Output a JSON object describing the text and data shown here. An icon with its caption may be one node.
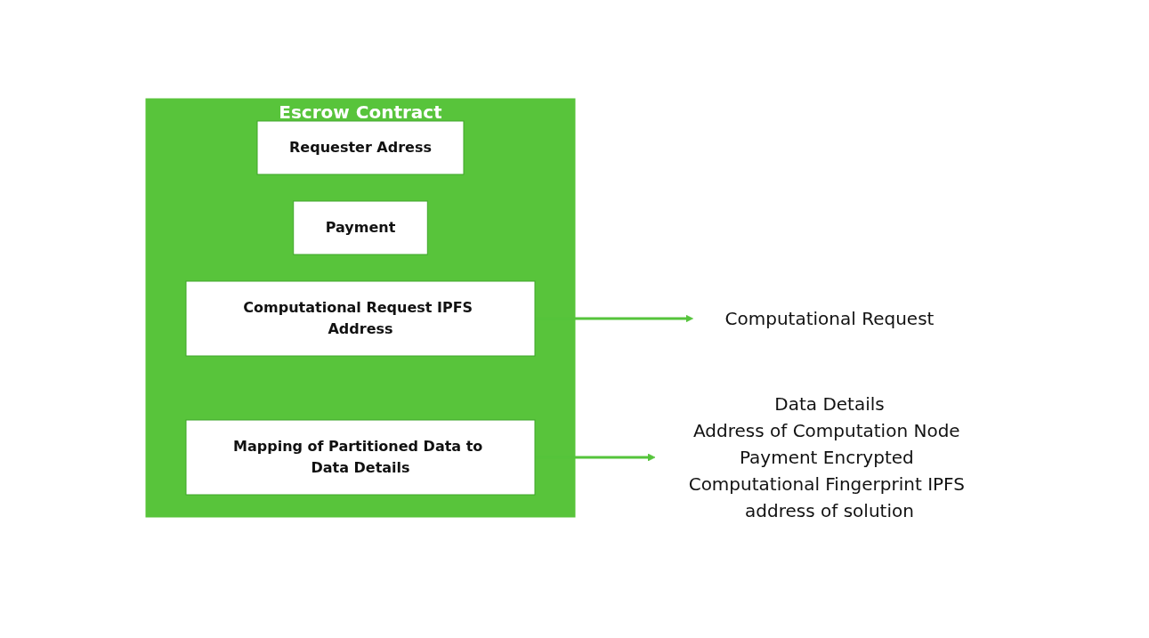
{
  "diagram": {
    "nodes": [
      {
        "text": [
          "Escrow Contract"
        ]
      },
      {
        "text": [
          "Requester Adress"
        ],
        "in": 0
      },
      {
        "text": [
          "Payment"
        ],
        "in": 0
      },
      {
        "text": [
          "Computational Request IPFS Address"
        ],
        "in": 0
      },
      {
        "text": [
          "Mapping of Partitioned Data to Data Details"
        ],
        "in": 0
      },
      {
        "text": [
          "Computational Request"
        ]
      },
      {
        "text": [
          "Data Details",
          "Address of Computation Node Payment Encrypted Computational Fingerprint IPFS address of solution"
        ]
      }
    ],
    "edges": [
      {
        "from": 3,
        "to": 5,
        "arrow": "to"
      },
      {
        "from": 4,
        "to": 6,
        "arrow": "to"
      }
    ]
  }
}
